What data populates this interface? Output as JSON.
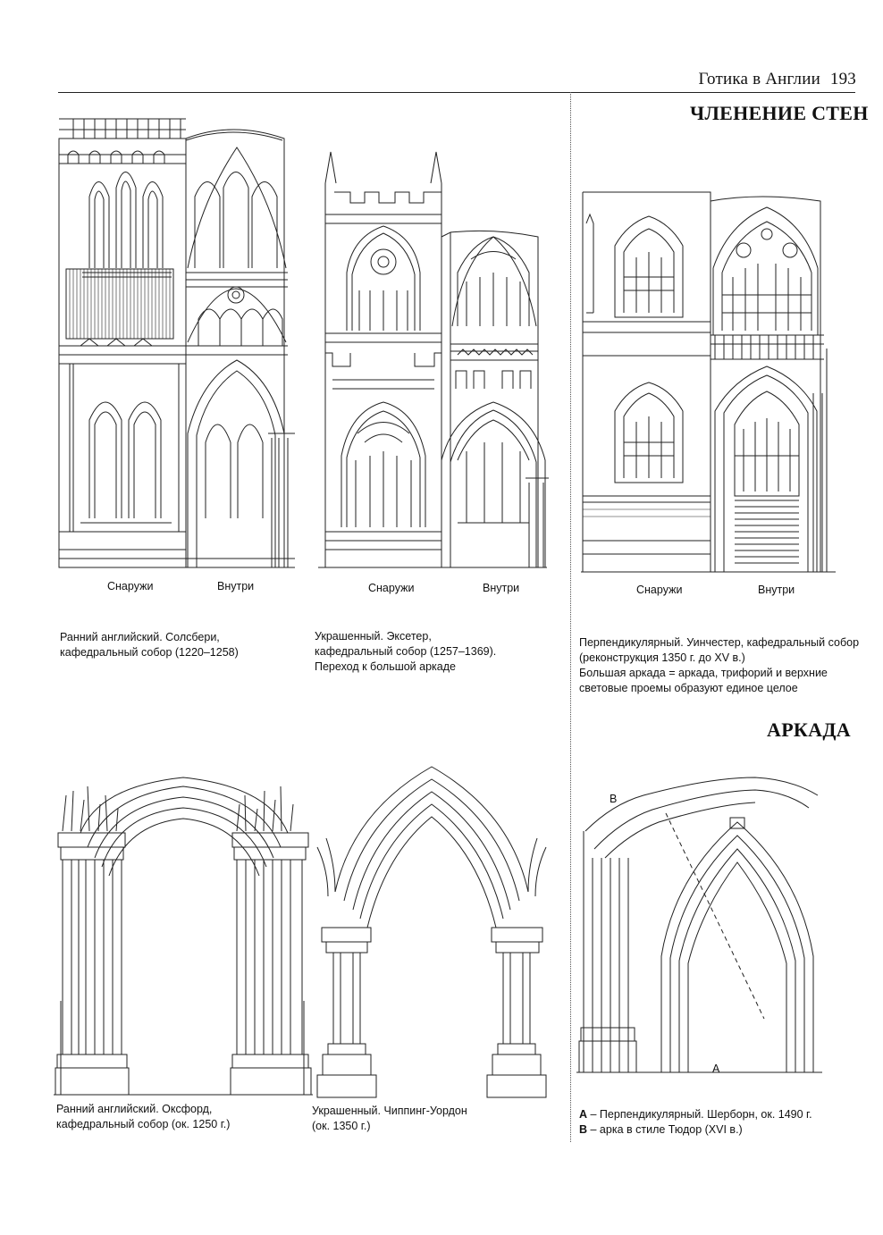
{
  "header": {
    "chapter": "Готика в Англии",
    "page": "193"
  },
  "sections": {
    "walls": {
      "title": "ЧЛЕНЕНИЕ СТЕН"
    },
    "arcade": {
      "title": "АРКАДА"
    }
  },
  "labels": {
    "outside": "Снаружи",
    "inside": "Внутри",
    "a": "A",
    "b": "B"
  },
  "captions": {
    "salisbury": [
      "Ранний английский. Солсбери,",
      "кафедральный собор (1220–1258)"
    ],
    "exeter": [
      "Украшенный. Эксетер,",
      "кафедральный собор (1257–1369).",
      "Переход к большой аркаде"
    ],
    "winchester": [
      "Перпендикулярный. Уинчестер, кафедральный собор",
      "(реконструкция 1350 г. до XV в.)",
      "Большая аркада = аркада, трифорий и верхние",
      "световые проемы образуют единое целое"
    ],
    "oxford": [
      "Ранний английский. Оксфорд,",
      "кафедральный собор (ок. 1250 г.)"
    ],
    "chipping": [
      "Украшенный. Чиппинг-Уордон",
      "(ок. 1350 г.)"
    ],
    "sherborne": {
      "a_key": "A",
      "a_text": " – Перпендикулярный. Шерборн, ок. 1490 г.",
      "b_key": "B",
      "b_text": " – арка в стиле Тюдор (XVI в.)"
    }
  }
}
